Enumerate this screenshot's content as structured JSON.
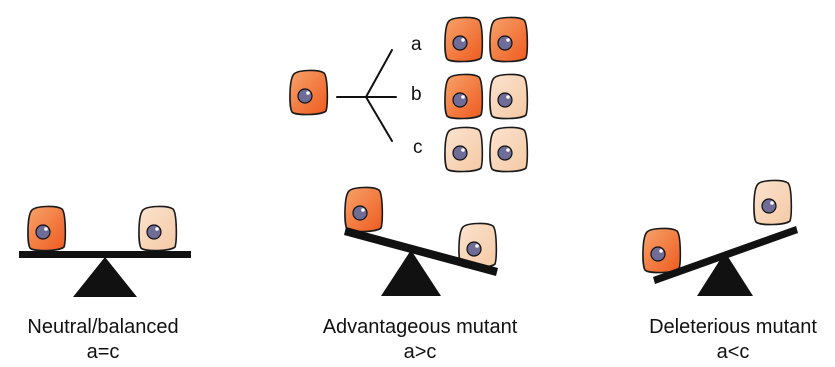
{
  "colors": {
    "mutant_cell": "#ee5a1f",
    "mutant_cell_light": "#f7a36a",
    "wildtype_cell": "#f5c9a4",
    "wildtype_cell_light": "#fbe3cf",
    "nucleus": "#6f6d97",
    "ink": "#111111"
  },
  "icons": {
    "cell": "cell-icon",
    "nucleus": "nucleus-icon",
    "fulcrum": "triangle-fulcrum-icon"
  },
  "division": {
    "outcomes": [
      {
        "label": "a",
        "cells": [
          "mutant",
          "mutant"
        ]
      },
      {
        "label": "b",
        "cells": [
          "mutant",
          "wildtype"
        ]
      },
      {
        "label": "c",
        "cells": [
          "wildtype",
          "wildtype"
        ]
      }
    ]
  },
  "scales": [
    {
      "name": "neutral",
      "title": "Neutral/balanced",
      "relation": "a=c",
      "tilt": "level"
    },
    {
      "name": "advantageous",
      "title": "Advantageous mutant",
      "relation": "a>c",
      "tilt": "mutant-side-up"
    },
    {
      "name": "deleterious",
      "title": "Deleterious mutant",
      "relation": "a<c",
      "tilt": "mutant-side-down"
    }
  ]
}
